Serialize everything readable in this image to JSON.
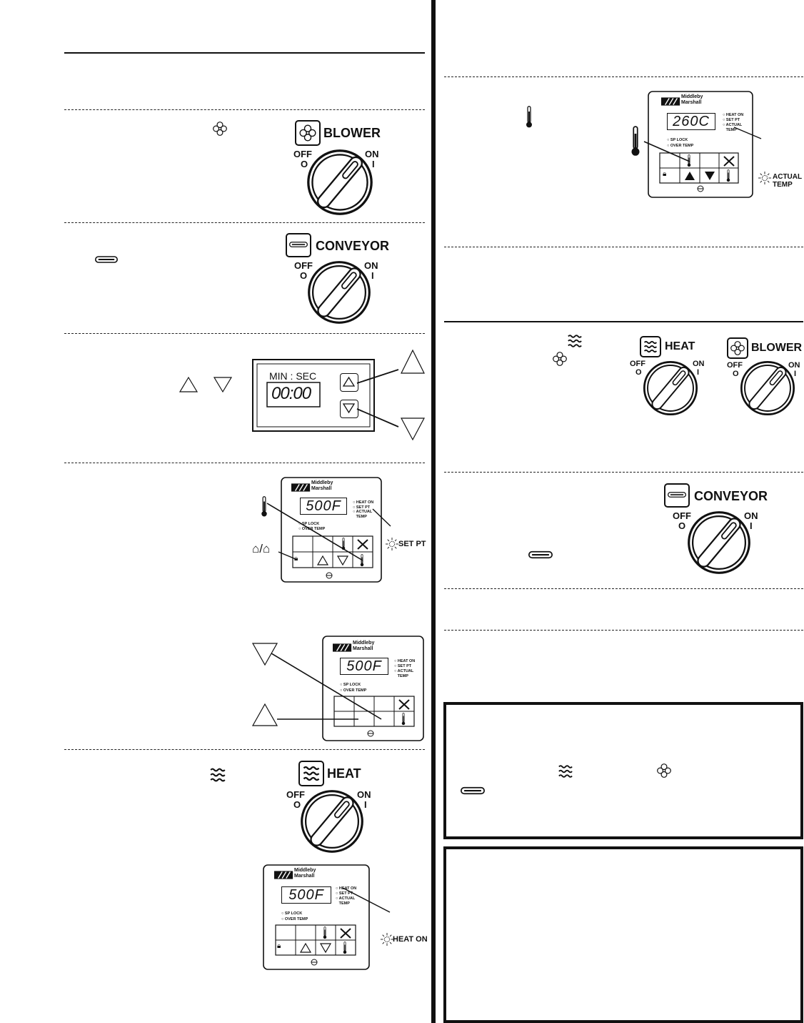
{
  "labels": {
    "blower": "BLOWER",
    "conveyor": "CONVEYOR",
    "heat": "HEAT",
    "off": "OFF",
    "on": "ON",
    "off_symbol": "O",
    "on_symbol": "I",
    "min_sec": "MIN : SEC",
    "timer_display": "00:00",
    "brand_line1": "Middleby",
    "brand_line2": "Marshall",
    "indicator_heat_on": "HEAT ON",
    "indicator_set_pt": "SET PT",
    "indicator_actual": "ACTUAL",
    "indicator_temp": "TEMP",
    "sp_lock": "SP LOCK",
    "over_temp": "OVER TEMP"
  },
  "displays": {
    "fahrenheit": "500F",
    "celsius": "260C"
  },
  "callouts": {
    "set_pt": "SET PT",
    "heat_on": "HEAT ON",
    "actual": "ACTUAL",
    "temp": "TEMP"
  },
  "colors": {
    "ink": "#111111",
    "paper": "#ffffff"
  },
  "icons": [
    "blower-icon",
    "conveyor-icon",
    "heat-icon",
    "thermometer-icon",
    "lock-icon",
    "unlock-icon",
    "wrench-icon",
    "up-arrow-icon",
    "down-arrow-icon",
    "indicator-light-icon"
  ]
}
